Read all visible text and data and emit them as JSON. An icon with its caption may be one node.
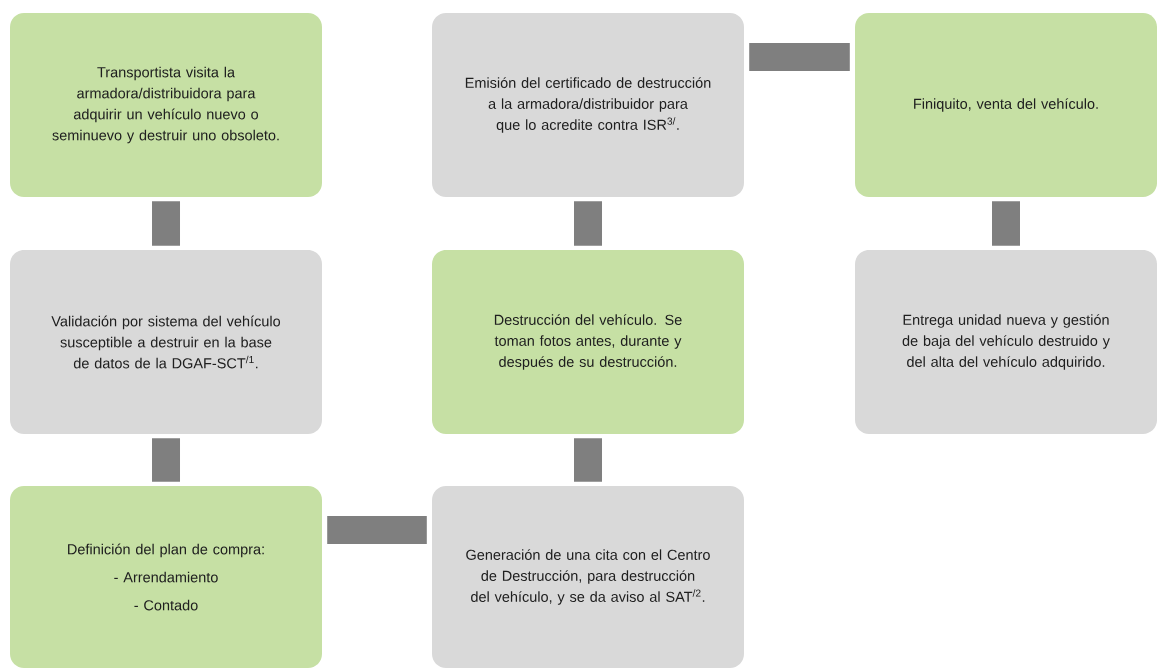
{
  "diagram": {
    "nodes": [
      {
        "text": [
          "Transportista visita la armadora/distribuidora para adquirir un vehículo nuevo o seminuevo y destruir uno obsoleto."
        ]
      },
      {
        "text": [
          "Validación por sistema del vehículo susceptible a destruir en la base de datos de la DGAF-SCT$^{/1}$."
        ]
      },
      {
        "text": [
          "Definición del plan de compra:",
          "- Arrendamiento",
          "- Contado"
        ]
      },
      {
        "text": [
          "Generación de una cita con el Centro de Destrucción, para destrucción del vehículo, y se da aviso al SAT$^{/2}$."
        ]
      },
      {
        "text": [
          "Destrucción del vehículo. Se toman fotos antes, durante y después de su destrucción."
        ]
      },
      {
        "text": [
          "Emisión del certificado de destrucción a la armadora/distribuidor para que lo acredite contra ISR$^{3/}$."
        ]
      },
      {
        "text": [
          "Finiquito, venta del vehículo."
        ]
      },
      {
        "text": [
          "Entrega unidad nueva y gestión de baja del vehículo destruido y del alta del vehículo adquirido."
        ]
      }
    ],
    "edges": [
      {
        "from": 0,
        "to": 1,
        "arrow": "none"
      },
      {
        "from": 1,
        "to": 2,
        "arrow": "none"
      },
      {
        "from": 2,
        "to": 3,
        "arrow": "none"
      },
      {
        "from": 3,
        "to": 4,
        "arrow": "none"
      },
      {
        "from": 4,
        "to": 5,
        "arrow": "none"
      },
      {
        "from": 5,
        "to": 6,
        "arrow": "none"
      },
      {
        "from": 6,
        "to": 7,
        "arrow": "none"
      }
    ]
  }
}
